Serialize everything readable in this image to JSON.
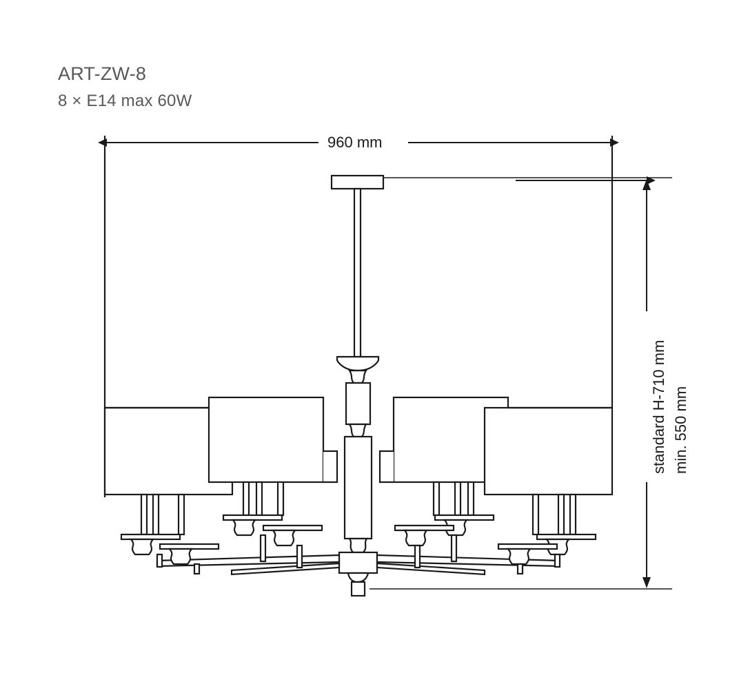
{
  "drawing": {
    "type": "technical-dimension-drawing",
    "subject": "ceiling chandelier / pendant lamp",
    "model_code": "ART-ZW-8",
    "bulb_spec": "8 × E14 max 60W",
    "line_color": "#1a1a1a",
    "text_color": "#58585a",
    "background": "#ffffff"
  },
  "dimensions": {
    "width": {
      "label": "960 mm",
      "orientation": "horizontal",
      "position": "top"
    },
    "height_standard": {
      "label": "standard H-710 mm",
      "orientation": "vertical",
      "position": "right"
    },
    "height_min": {
      "label": "min. 550 mm",
      "orientation": "vertical",
      "position": "right"
    }
  },
  "icons": {
    "arrow_left": "arrow-left-icon",
    "arrow_right": "arrow-right-icon",
    "arrow_up": "arrow-up-icon",
    "arrow_down": "arrow-down-icon"
  },
  "product": {
    "arm_count": 8,
    "shade_shape": "rectangular-drum",
    "shade_rows": 2,
    "mount": "ceiling-canopy-with-rod"
  }
}
